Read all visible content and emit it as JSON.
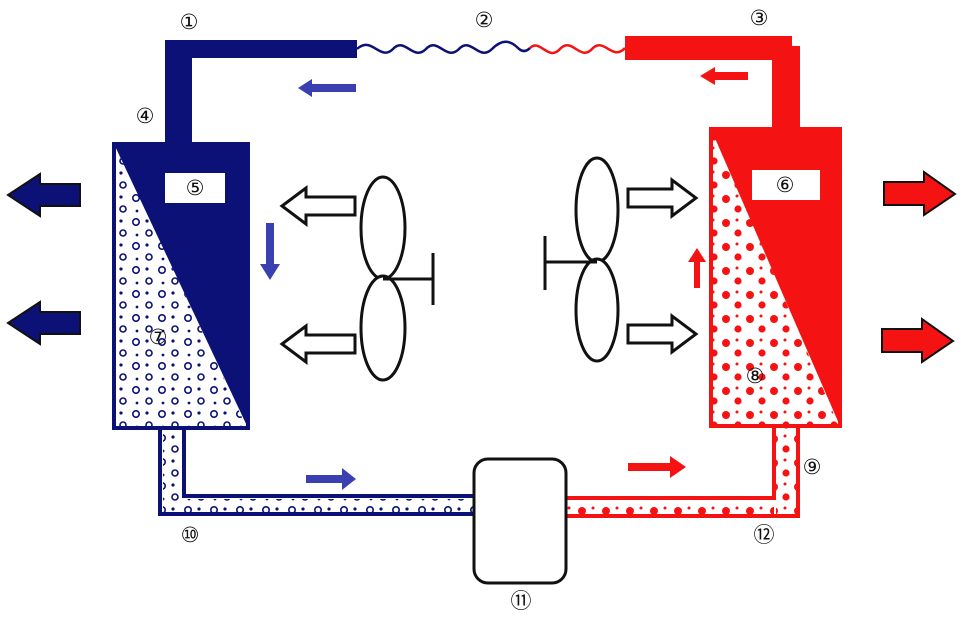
{
  "colors": {
    "cold": "#0b1177",
    "hot": "#f51212",
    "cold_arrow": "#3b40b0",
    "outline": "#111111",
    "background": "#ffffff"
  },
  "labels": {
    "n1": "①",
    "n2": "②",
    "n3": "③",
    "n4": "④",
    "n5": "⑤",
    "n6": "⑥",
    "n7": "⑦",
    "n8": "⑧",
    "n9": "⑨",
    "n10": "⑩",
    "n11": "⑪",
    "n12": "⑫"
  }
}
